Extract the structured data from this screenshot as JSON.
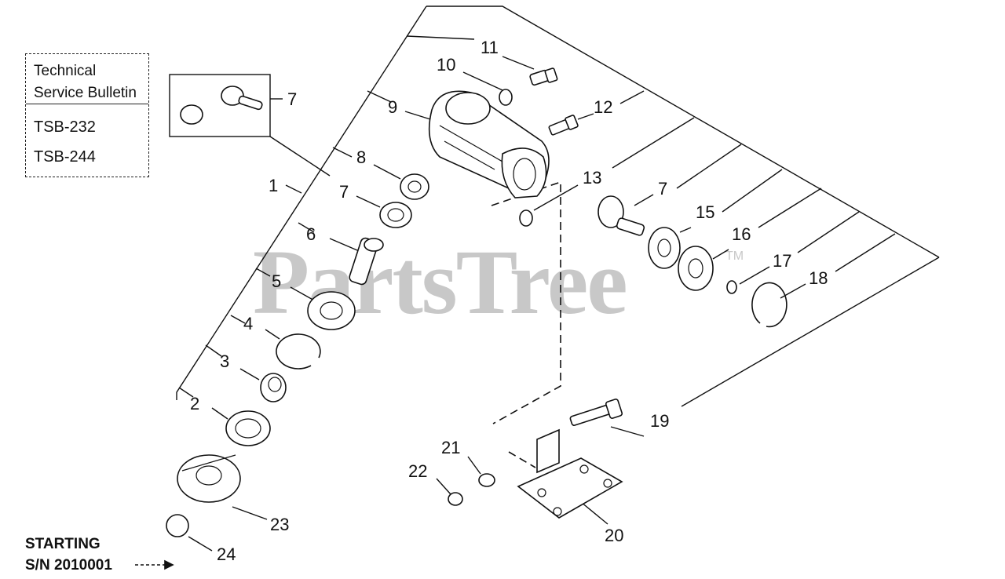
{
  "bulletin": {
    "line1": "Technical",
    "line2": "Service Bulletin",
    "items": [
      "TSB-232",
      "TSB-244"
    ]
  },
  "serial": {
    "line1": "STARTING",
    "line2": "S/N 2010001"
  },
  "watermark": {
    "text": "PartsTree",
    "tm": "TM"
  },
  "labels": [
    "1",
    "2",
    "3",
    "4",
    "5",
    "6",
    "7",
    "7",
    "7",
    "8",
    "9",
    "10",
    "11",
    "12",
    "13",
    "15",
    "16",
    "17",
    "18",
    "19",
    "20",
    "21",
    "22",
    "23",
    "24"
  ]
}
